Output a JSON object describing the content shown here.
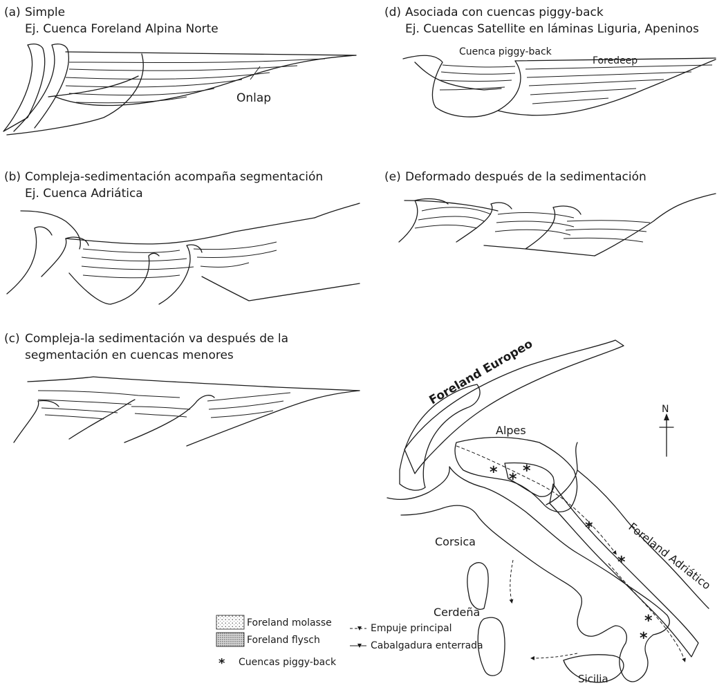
{
  "panels": {
    "a": {
      "label": "(a)",
      "title": "Simple",
      "example": "Ej. Cuenca Foreland Alpina Norte",
      "annotation": "Onlap"
    },
    "b": {
      "label": "(b)",
      "title": "Compleja-sedimentación acompaña segmentación",
      "example": "Ej. Cuenca Adriática"
    },
    "c": {
      "label": "(c)",
      "title": "Compleja-la sedimentación va después de la",
      "title2": "segmentación en cuencas menores"
    },
    "d": {
      "label": "(d)",
      "title": "Asociada con cuencas piggy-back",
      "example": "Ej. Cuencas Satellite en láminas Liguria, Apeninos",
      "annotation1": "Cuenca piggy-back",
      "annotation2": "Foredeep"
    },
    "e": {
      "label": "(e)",
      "title": "Deformado después de la sedimentación"
    }
  },
  "map": {
    "places": {
      "foreland_europeo": "Foreland Europeo",
      "alpes": "Alpes",
      "corsica": "Corsica",
      "cerdena": "Cerdeña",
      "sicilia": "Sicilia",
      "foreland_adriatico": "Foreland Adriático"
    },
    "north": "N",
    "legend": {
      "molasse": "Foreland molasse",
      "flysch": "Foreland flysch",
      "piggyback": "Cuencas piggy-back",
      "empuje": "Empuje principal",
      "cabalgadura": "Cabalgadura enterrada"
    },
    "piggyback_symbol": "*"
  }
}
